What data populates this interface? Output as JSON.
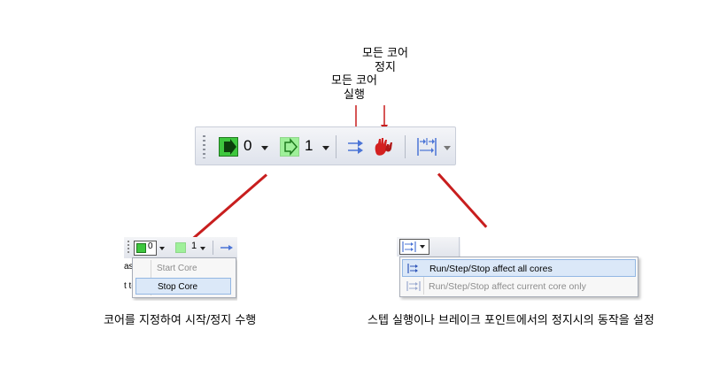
{
  "callouts": {
    "run_all_line1": "모든 코어",
    "run_all_line2": "실행",
    "stop_all_line1": "모든 코어",
    "stop_all_line2": "정지"
  },
  "toolbar": {
    "core_selected": "0",
    "core_other": "1"
  },
  "core_menu": {
    "mini_core_selected": "0",
    "mini_core_other": "1",
    "partial_text_1": "ass",
    "partial_text_2": "t to",
    "items": [
      {
        "label": "Start Core",
        "enabled": false
      },
      {
        "label": "Stop Core",
        "enabled": true,
        "highlighted": true
      }
    ]
  },
  "mode_menu": {
    "items": [
      {
        "label": "Run/Step/Stop affect all cores",
        "enabled": true,
        "highlighted": true
      },
      {
        "label": "Run/Step/Stop affect current core only",
        "enabled": false
      }
    ]
  },
  "captions": {
    "left": "코어를 지정하여 시작/정지 수행",
    "right": "스텝 실행이나 브레이크 포인트에서의 정지시의 동작을 설정"
  },
  "colors": {
    "accent_line": "#c81e1e",
    "core_green": "#3ec73e",
    "menu_highlight": "#dbe8f8"
  }
}
